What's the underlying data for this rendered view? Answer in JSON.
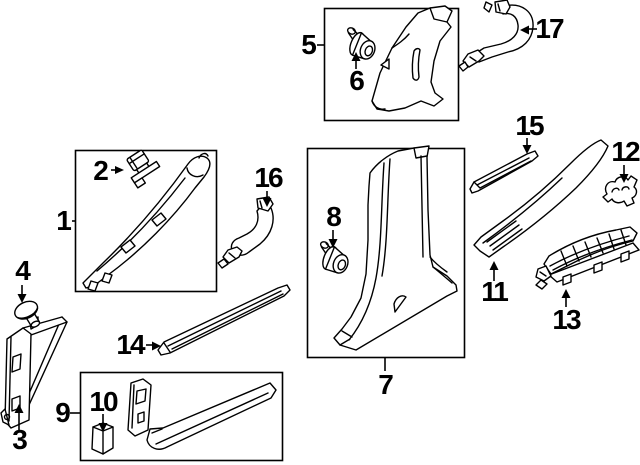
{
  "diagram": {
    "bg_color": "#ffffff",
    "line_color": "#000000",
    "callouts": {
      "c1": "1",
      "c2": "2",
      "c3": "3",
      "c4": "4",
      "c5": "5",
      "c6": "6",
      "c7": "7",
      "c8": "8",
      "c9": "9",
      "c10": "10",
      "c11": "11",
      "c12": "12",
      "c13": "13",
      "c14": "14",
      "c15": "15",
      "c16": "16",
      "c17": "17"
    }
  }
}
